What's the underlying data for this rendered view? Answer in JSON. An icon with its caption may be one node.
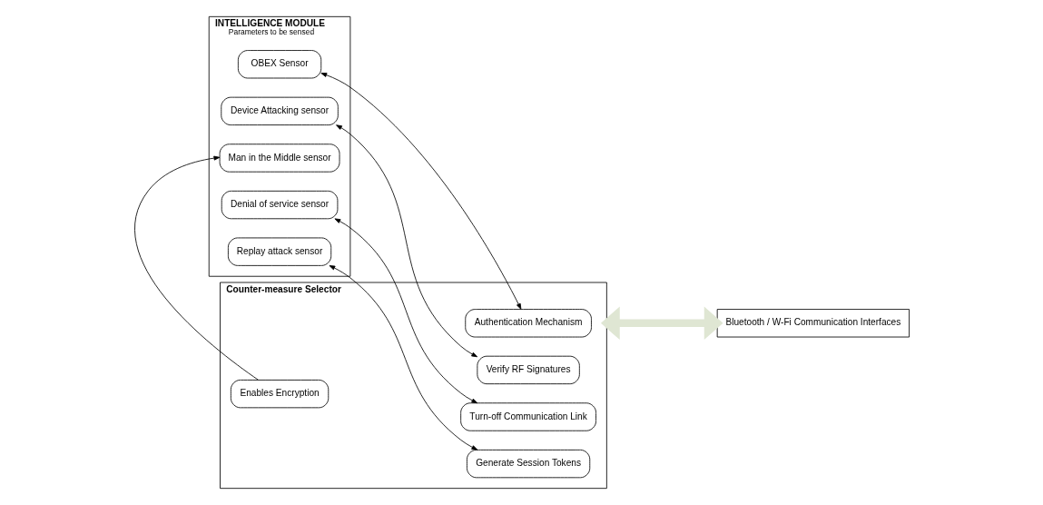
{
  "diagram": {
    "nodes": [
      {
        "text": [
          "INTELLIGENCE MODULE",
          "Parameters to be sensed"
        ]
      },
      {
        "text": [
          "OBEX Sensor"
        ],
        "in": 0
      },
      {
        "text": [
          "Device Attacking sensor"
        ],
        "in": 0
      },
      {
        "text": [
          "Man in the Middle sensor"
        ],
        "in": 0
      },
      {
        "text": [
          "Denial of service sensor"
        ],
        "in": 0
      },
      {
        "text": [
          "Replay attack sensor"
        ],
        "in": 0
      },
      {
        "text": [
          "Counter-measure Selector"
        ]
      },
      {
        "text": [
          "Authentication Mechanism"
        ],
        "in": 6
      },
      {
        "text": [
          "Verify RF Signatures"
        ],
        "in": 6
      },
      {
        "text": [
          "Enables Encryption"
        ],
        "in": 6
      },
      {
        "text": [
          "Turn-off Communication Link"
        ],
        "in": 6
      },
      {
        "text": [
          "Generate Session Tokens"
        ],
        "in": 6
      },
      {
        "text": [
          "Bluetooth / W-Fi Communication Interfaces"
        ]
      }
    ],
    "edges": [
      {
        "from": 1,
        "to": 7,
        "arrow": "both"
      },
      {
        "from": 2,
        "to": 8,
        "arrow": "both"
      },
      {
        "from": 9,
        "to": 3,
        "arrow": "to"
      },
      {
        "from": 4,
        "to": 10,
        "arrow": "both"
      },
      {
        "from": 5,
        "to": 11,
        "arrow": "both"
      },
      {
        "from": 6,
        "to": 12,
        "arrow": "both",
        "style": "thick",
        "color": "#dfe6d3"
      }
    ]
  }
}
